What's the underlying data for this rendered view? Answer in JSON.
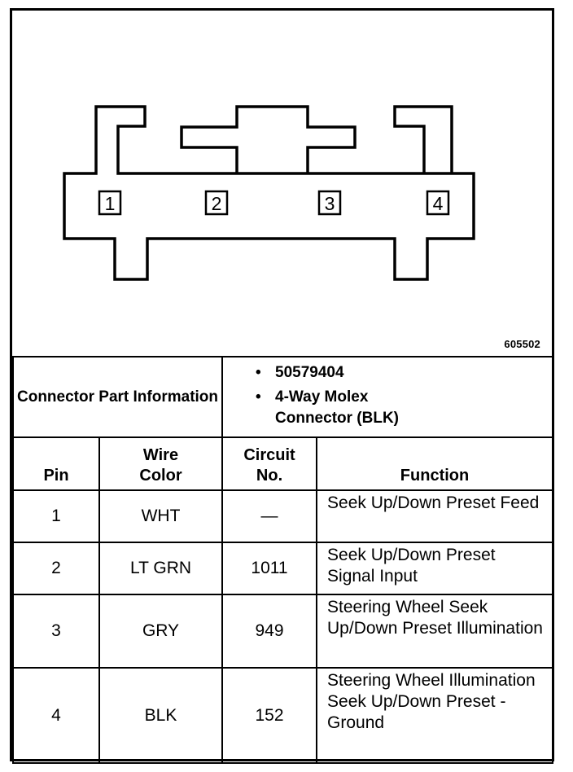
{
  "diagram": {
    "figure_id": "605502",
    "pins": [
      "1",
      "2",
      "3",
      "4"
    ]
  },
  "connector_info": {
    "label": "Connector Part Information",
    "items": [
      "50579404",
      "4-Way Molex Connector (BLK)"
    ]
  },
  "table": {
    "headers": {
      "pin": "Pin",
      "wire_color": "Wire Color",
      "circuit": "Circuit No.",
      "function": "Function"
    },
    "rows": [
      {
        "pin": "1",
        "wire_color": "WHT",
        "circuit": "—",
        "function": "Seek Up/Down Preset Feed"
      },
      {
        "pin": "2",
        "wire_color": "LT GRN",
        "circuit": "1011",
        "function": "Seek Up/Down Preset Signal Input"
      },
      {
        "pin": "3",
        "wire_color": "GRY",
        "circuit": "949",
        "function": "Steering Wheel Seek Up/Down Preset Illumination"
      },
      {
        "pin": "4",
        "wire_color": "BLK",
        "circuit": "152",
        "function": "Steering Wheel Illumination Seek Up/Down Preset - Ground"
      }
    ]
  }
}
